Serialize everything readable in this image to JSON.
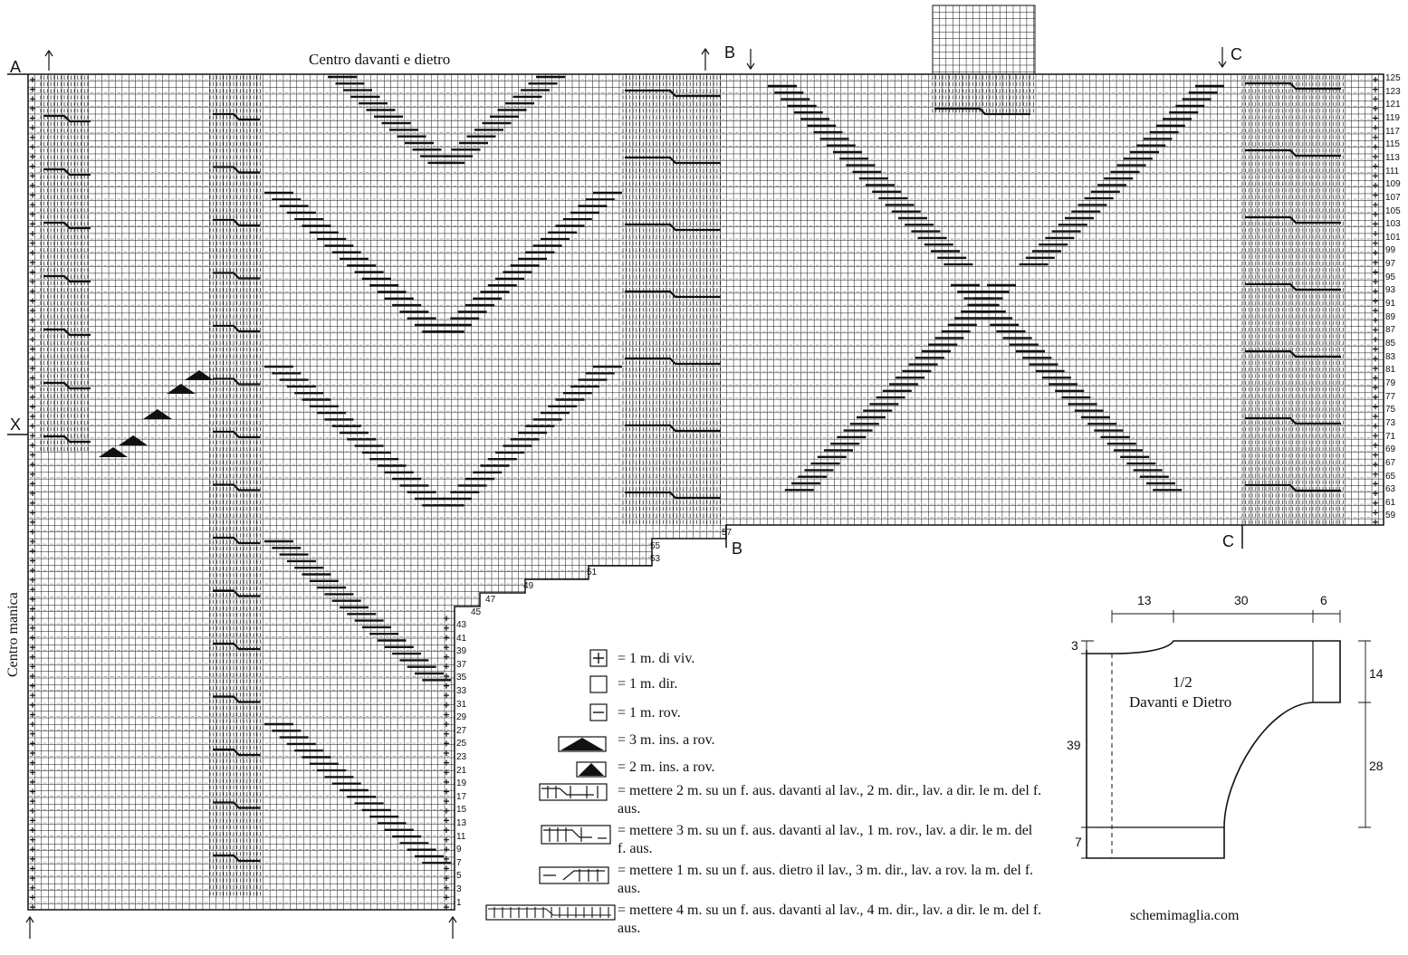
{
  "header": {
    "center_title": "Centro davanti e dietro",
    "side_label": "Centro manica",
    "markers": {
      "A": "A",
      "X": "X",
      "B": "B",
      "C": "C"
    }
  },
  "row_numbers": {
    "right_block": [
      "125",
      "123",
      "121",
      "119",
      "117",
      "115",
      "113",
      "111",
      "109",
      "107",
      "105",
      "103",
      "101",
      "99",
      "97",
      "95",
      "93",
      "91",
      "89",
      "87",
      "85",
      "83",
      "81",
      "79",
      "77",
      "75",
      "73",
      "71",
      "69",
      "67",
      "65",
      "63",
      "61",
      "59"
    ],
    "step_rows": [
      "57",
      "55",
      "53",
      "51",
      "49",
      "47",
      "45"
    ],
    "left_block": [
      "43",
      "41",
      "39",
      "37",
      "35",
      "33",
      "31",
      "29",
      "27",
      "25",
      "23",
      "21",
      "19",
      "17",
      "15",
      "13",
      "11",
      "9",
      "7",
      "5",
      "3",
      "1"
    ]
  },
  "legend": [
    {
      "symbol": "plus-box-icon",
      "text": "= 1 m. di viv."
    },
    {
      "symbol": "empty-box-icon",
      "text": "= 1 m. dir."
    },
    {
      "symbol": "minus-box-icon",
      "text": "= 1 m. rov."
    },
    {
      "symbol": "triangle-3-icon",
      "text": "= 3 m. ins. a rov."
    },
    {
      "symbol": "triangle-2-icon",
      "text": "= 2 m. ins. a rov."
    },
    {
      "symbol": "cable-2-2-icon",
      "text": "= mettere 2 m. su un f. aus. davanti al lav., 2 m. dir., lav. a dir. le m. del f. aus."
    },
    {
      "symbol": "cable-3-1-icon",
      "text": "= mettere 3 m. su un f. aus. davanti al lav., 1 m. rov., lav. a dir. le m. del f. aus."
    },
    {
      "symbol": "cable-1-3-icon",
      "text": "= mettere 1 m. su un f. aus. dietro il lav., 3 m. dir., lav. a rov. la m. del f. aus."
    },
    {
      "symbol": "cable-4-4-icon",
      "text": "= mettere 4 m. su un f. aus. davanti al lav., 4 m. dir., lav. a dir. le m. del f. aus."
    }
  ],
  "schematic": {
    "title_fraction": "1/2",
    "title_name": "Davanti e Dietro",
    "top_dims": [
      "13",
      "30",
      "6"
    ],
    "left_dims": [
      "3",
      "39",
      "7"
    ],
    "right_dims": [
      "14",
      "28"
    ]
  },
  "footer": {
    "site": "schemimaglia.com"
  },
  "colors": {
    "ink": "#111111",
    "paper": "#ffffff"
  }
}
